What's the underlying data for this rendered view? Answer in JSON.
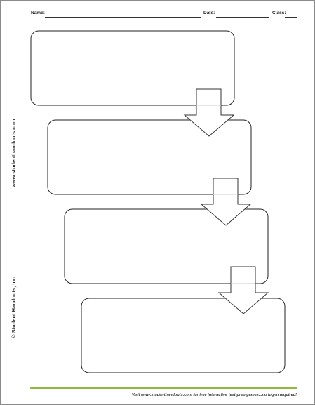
{
  "header": {
    "name_label": "Name:",
    "date_label": "Date:",
    "class_label": "Class:"
  },
  "side": {
    "website": "www.studenthandouts.com",
    "copyright": "© Student Handouts, Inc."
  },
  "footer": {
    "text": "Visit www.studenthandouts.com for free interactive test-prep games...no log-in required!"
  },
  "flowchart": {
    "box_count": 4,
    "arrow_count": 3,
    "box_fill": "#ffffff",
    "box_stroke": "#222222",
    "arrow_fill": "#ffffff",
    "arrow_stroke": "#333333",
    "footer_accent": "#8dbb3f"
  }
}
